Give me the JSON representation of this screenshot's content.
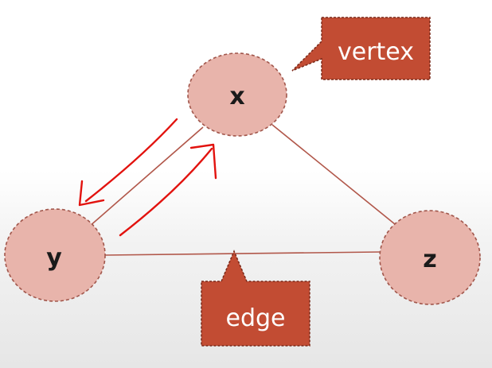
{
  "graph": {
    "vertices": [
      {
        "id": "x",
        "label": "x"
      },
      {
        "id": "y",
        "label": "y"
      },
      {
        "id": "z",
        "label": "z"
      }
    ],
    "edges": [
      {
        "from": "x",
        "to": "y"
      },
      {
        "from": "x",
        "to": "z"
      },
      {
        "from": "y",
        "to": "z"
      }
    ]
  },
  "callouts": {
    "vertex": "vertex",
    "edge": "edge"
  },
  "colors": {
    "node_fill": "#e8b4ab",
    "node_stroke": "#a1564b",
    "edge_line": "#b1574a",
    "callout_fill": "#c24c33",
    "callout_stroke": "#7a2a1a",
    "arrow": "#e2120e"
  }
}
